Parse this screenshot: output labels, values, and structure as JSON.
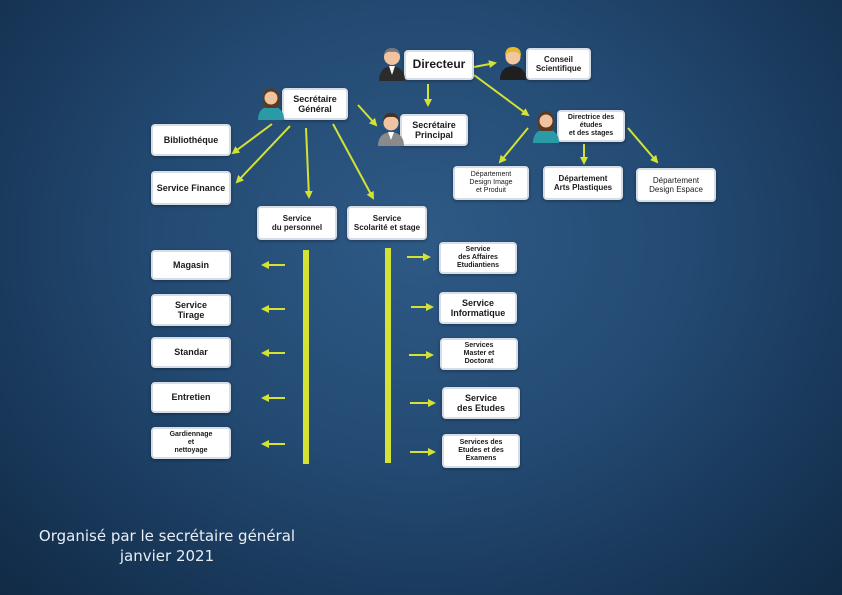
{
  "boxes": {
    "directeur": "Directeur",
    "conseil": "Conseil\nScientifique",
    "secretaire_general": "Secrétaire\nGénéral",
    "secretaire_principal": "Secrétaire\nPrincipal",
    "directrice": "Directrice des études\net des stages",
    "bibliotheque": "Bibliothéque",
    "service_finance": "Service Finance",
    "dep_design_image": "Département\nDesign Image\net Produit",
    "dep_arts_plastiques": "Département\nArts Plastiques",
    "dep_design_espace": "Département\nDesign Espace",
    "service_personnel": "Service\ndu personnel",
    "service_scolarite": "Service\nScolarité et stage",
    "magasin": "Magasin",
    "service_tirage": "Service\nTirage",
    "standar": "Standar",
    "entretien": "Entretien",
    "gardiennage": "Gardiennage\net\nnettoyage",
    "affaires_etudiantiens": "Service\ndes Affaires\nEtudiantiens",
    "service_informatique": "Service\nInformatique",
    "master_doctorat": "Services\nMaster et\nDoctorat",
    "service_etudes": "Service\ndes Etudes",
    "etudes_examens": "Services des\nEtudes et des\nExamens"
  },
  "footer": {
    "line1": "Organisé par le secrétaire général",
    "line2": "janvier 2021"
  },
  "colors": {
    "arrow": "#d4e234",
    "background": "#234a72"
  }
}
